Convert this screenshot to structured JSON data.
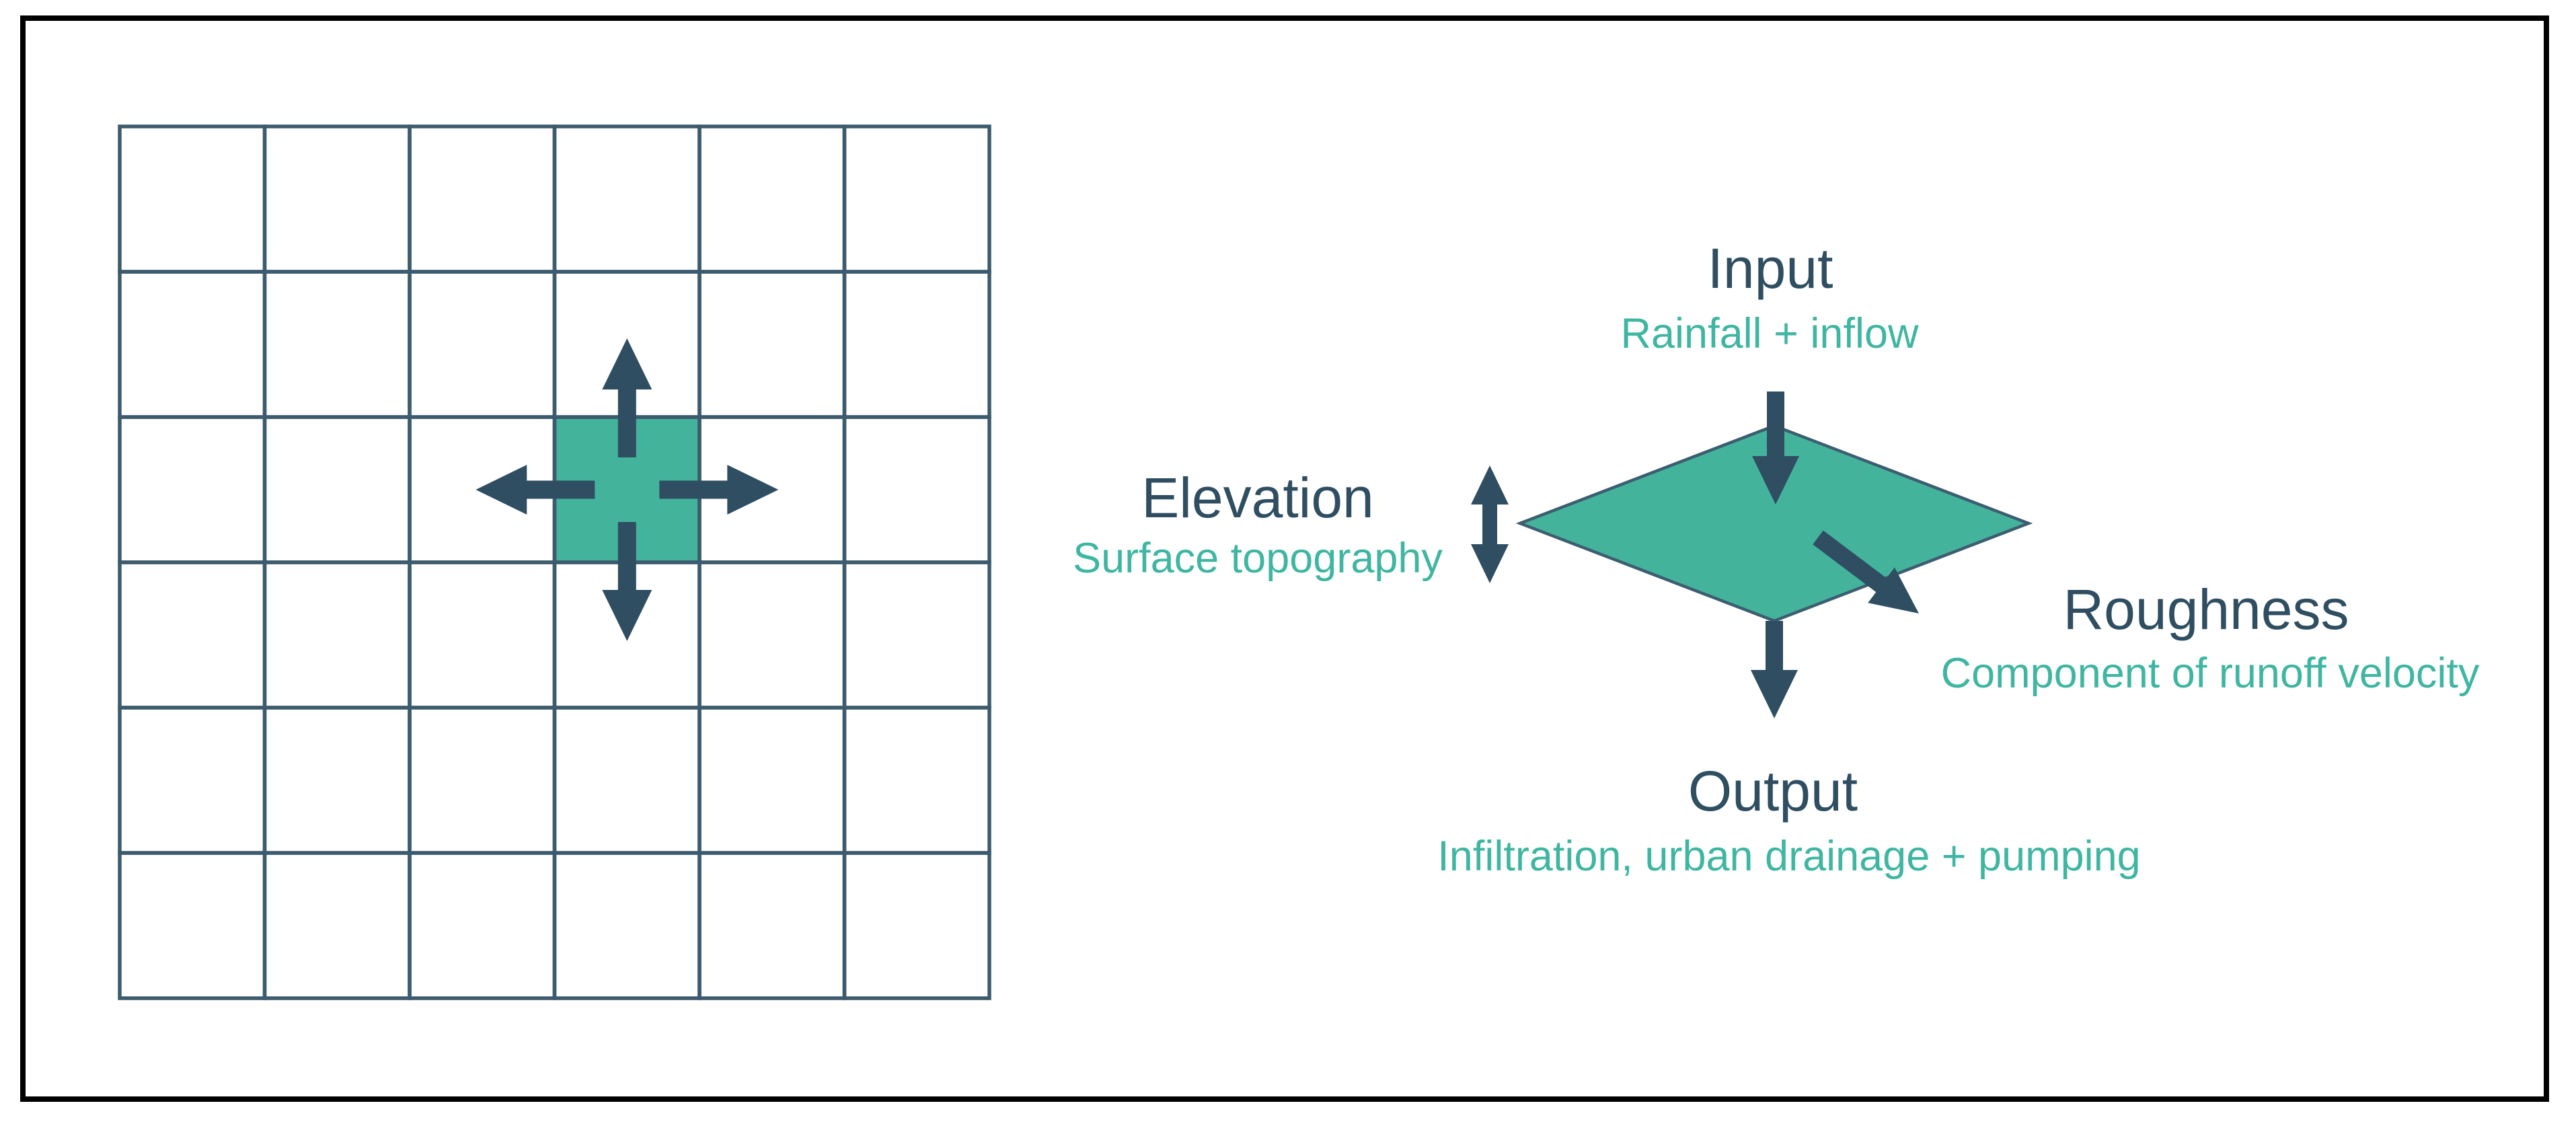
{
  "canvas": {
    "background": "#ffffff"
  },
  "frame": {
    "border_color": "#000000"
  },
  "colors": {
    "teal_fill": "#44B39C",
    "teal_text": "#3FB6A1",
    "dark": "#2F4E61",
    "grid_line": "#3D5B6E",
    "diamond_stroke": "#3C5E70"
  },
  "grid_panel": {
    "rows": 6,
    "cols": 6,
    "highlight_cell": {
      "row": 2,
      "col": 3
    },
    "highlight_arrows": [
      "up",
      "left",
      "right",
      "down"
    ]
  },
  "flow_panel": {
    "shape": "diamond",
    "nodes": {
      "input": {
        "title": "Input",
        "subtitle": "Rainfall + inflow",
        "arrow": "down-into-diamond"
      },
      "elevation": {
        "title": "Elevation",
        "subtitle": "Surface topography",
        "arrow": "vertical-double"
      },
      "roughness": {
        "title": "Roughness",
        "subtitle": "Component of runoff velocity",
        "arrow": "diagonal-down-right"
      },
      "output": {
        "title": "Output",
        "subtitle": "Infiltration, urban drainage + pumping",
        "arrow": "down-out-of-diamond"
      }
    }
  }
}
